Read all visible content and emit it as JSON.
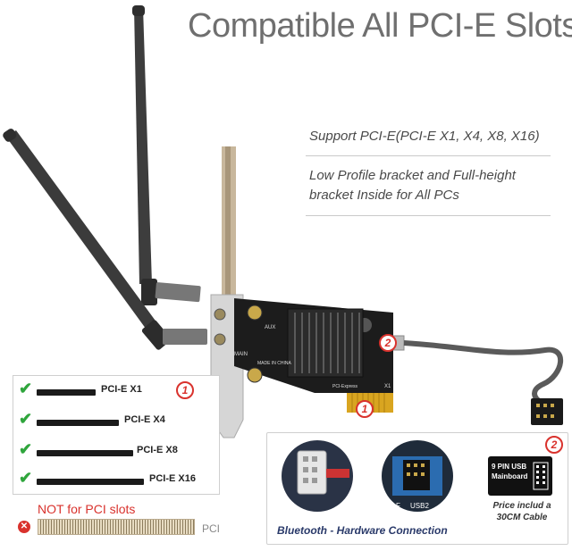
{
  "title": "Compatible All PCI-E Slots",
  "features": [
    "Support PCI-E(PCI-E X1, X4, X8, X16)",
    "Low Profile bracket and Full-height bracket Inside for All PCs"
  ],
  "slots": [
    {
      "label": "PCI-E X1"
    },
    {
      "label": "PCI-E X4"
    },
    {
      "label": "PCI-E X8"
    },
    {
      "label": "PCI-E X16"
    }
  ],
  "not_for_pci": "NOT for PCI slots",
  "pci_label": "PCI",
  "badges": {
    "one": "1",
    "two": "2"
  },
  "board_labels": {
    "main": "MAIN",
    "made_in": "MADE IN CHINA",
    "express": "PCI-Express",
    "x1": "X1",
    "aux": "AUX"
  },
  "bluetooth": {
    "caption": "Bluetooth - Hardware Connection",
    "usb_box": "9 PIN USB Mainboard",
    "price_note": "Price includ a 30CM Cable",
    "usb2": "USB2",
    "letter_f": "F"
  },
  "colors": {
    "title": "#6f6f6f",
    "accent_red": "#d9322d",
    "check_green": "#2fa53c",
    "caption_blue": "#2a3a6a"
  }
}
